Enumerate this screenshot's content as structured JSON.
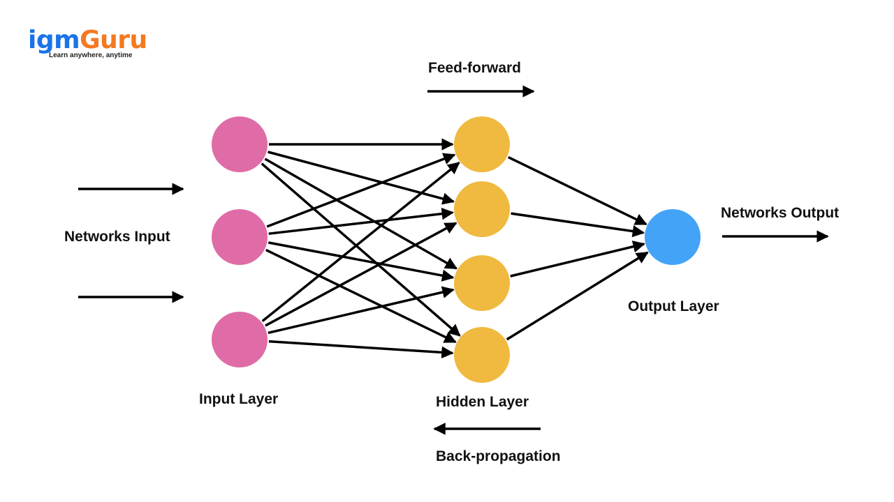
{
  "logo": {
    "part1": "igm",
    "part2": "Guru",
    "tagline": "Learn anywhere, anytime",
    "color1": "#1a73e8",
    "color2": "#f47920"
  },
  "labels": {
    "networks_input": "Networks Input",
    "input_layer": "Input Layer",
    "hidden_layer": "Hidden Layer",
    "output_layer": "Output Layer",
    "networks_output": "Networks Output",
    "feed_forward": "Feed-forward",
    "back_propagation": "Back-propagation"
  },
  "diagram": {
    "layers": [
      {
        "name": "input",
        "size": 3,
        "color": "#df6ca7"
      },
      {
        "name": "hidden",
        "size": 4,
        "color": "#f0b93f"
      },
      {
        "name": "output",
        "size": 1,
        "color": "#43a3f7"
      }
    ],
    "edge_color": "#000000",
    "connectivity": "fully-connected"
  }
}
